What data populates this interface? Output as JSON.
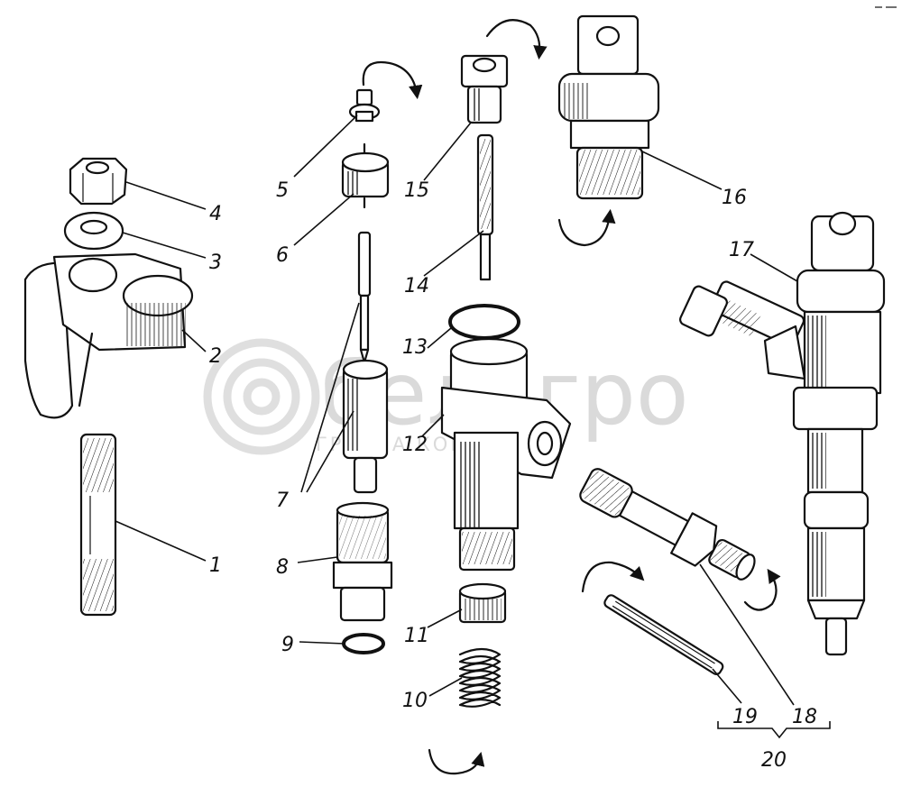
{
  "diagram": {
    "callouts": [
      {
        "id": "1",
        "label": "1"
      },
      {
        "id": "2",
        "label": "2"
      },
      {
        "id": "3",
        "label": "3"
      },
      {
        "id": "4",
        "label": "4"
      },
      {
        "id": "5",
        "label": "5"
      },
      {
        "id": "6",
        "label": "6"
      },
      {
        "id": "7",
        "label": "7"
      },
      {
        "id": "8",
        "label": "8"
      },
      {
        "id": "9",
        "label": "9"
      },
      {
        "id": "10",
        "label": "10"
      },
      {
        "id": "11",
        "label": "11"
      },
      {
        "id": "12",
        "label": "12"
      },
      {
        "id": "13",
        "label": "13"
      },
      {
        "id": "14",
        "label": "14"
      },
      {
        "id": "15",
        "label": "15"
      },
      {
        "id": "16",
        "label": "16"
      },
      {
        "id": "17",
        "label": "17"
      },
      {
        "id": "18",
        "label": "18"
      },
      {
        "id": "19",
        "label": "19"
      },
      {
        "id": "20",
        "label": "20"
      }
    ]
  },
  "watermark": {
    "brand": "белагро",
    "subtitle": "ГРУППА КОМПАНИЙ"
  }
}
